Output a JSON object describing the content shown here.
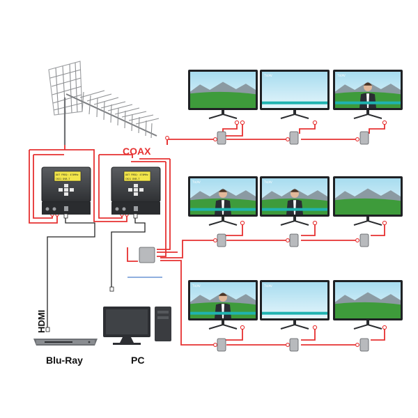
{
  "labels": {
    "coax": "COAX",
    "hdmi": "HDMI",
    "bluray": "Blu-Ray",
    "pc": "PC"
  },
  "screen_tag": "TV/AV",
  "modulator_lcd": [
    "OUT FREQ: 474MHz",
    "CH21 DVB-T"
  ],
  "colors": {
    "coax_cable": "#e63030",
    "coax_label": "#e63030",
    "hdmi_cable": "#222222",
    "ticker_band": "#1fb3b0",
    "sky": "#bfe6f2",
    "grass": "#3e9b3b",
    "lcd": "#f3e64a"
  },
  "screens": [
    [
      "landscape",
      "blue-screen",
      "presenter"
    ],
    [
      "presenter",
      "presenter",
      "landscape"
    ],
    [
      "presenter",
      "blue-screen",
      "landscape"
    ]
  ]
}
